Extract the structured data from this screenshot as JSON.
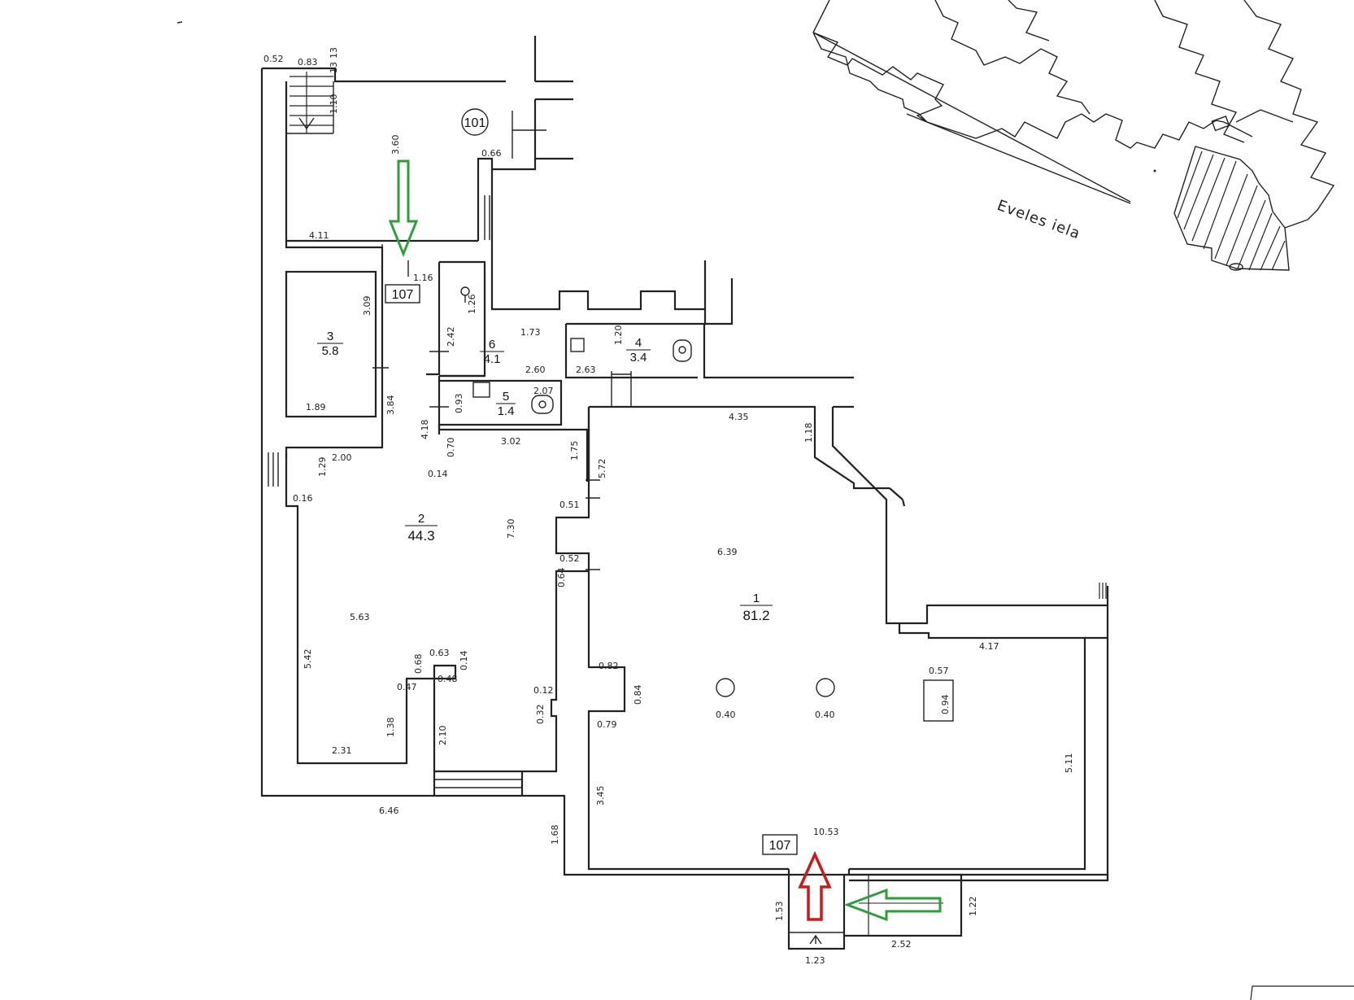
{
  "building": {
    "number": "101"
  },
  "street": {
    "name": "Eveles iela"
  },
  "markers": {
    "upper": "107",
    "lower": "107"
  },
  "rooms": [
    {
      "id": "1",
      "area": "81.2"
    },
    {
      "id": "2",
      "area": "44.3"
    },
    {
      "id": "3",
      "area": "5.8"
    },
    {
      "id": "4",
      "area": "3.4"
    },
    {
      "id": "5",
      "area": "1.4"
    },
    {
      "id": "6",
      "area": "4.1"
    }
  ],
  "dimensions": {
    "d052": "0.52",
    "d083": "0.83",
    "d13a": "13",
    "d13b": "13",
    "d110": "1.10",
    "d360": "3.60",
    "d066": "0.66",
    "d411": "4.11",
    "d116": "1.16",
    "d309": "3.09",
    "d189": "1.89",
    "d384": "3.84",
    "d200": "2.00",
    "d126": "1.26",
    "d242": "2.42",
    "d173": "1.73",
    "d260": "2.60",
    "d120": "1.20",
    "d263": "2.63",
    "d093": "0.93",
    "d207": "2.07",
    "d418": "4.18",
    "d070": "0.70",
    "d302": "3.02",
    "d175": "1.75",
    "d014": "0.14",
    "d129": "1.29",
    "d016": "0.16",
    "d572": "5.72",
    "d051": "0.51",
    "d730": "7.30",
    "d052b": "0.52",
    "d064": "0.64",
    "d563": "5.63",
    "d542": "5.42",
    "d068": "0.68",
    "d063": "0.63",
    "d014b": "0.14",
    "d047": "0.47",
    "d048": "0.48",
    "d138": "1.38",
    "d231": "2.31",
    "d210": "2.10",
    "d012": "0.12",
    "d032": "0.32",
    "d082": "0.82",
    "d084": "0.84",
    "d079": "0.79",
    "d345": "3.45",
    "d646": "6.46",
    "d168": "1.68",
    "d435": "4.35",
    "d118": "1.18",
    "d639": "6.39",
    "d417": "4.17",
    "d057": "0.57",
    "d094": "0.94",
    "d040a": "0.40",
    "d040b": "0.40",
    "d511": "5.11",
    "d1053": "10.53",
    "d153": "1.53",
    "d123": "1.23",
    "d252": "2.52",
    "d122": "1.22"
  },
  "colors": {
    "walls": "#222222",
    "arrow_green": "#2e9e3a",
    "arrow_red": "#cc1a1a"
  }
}
